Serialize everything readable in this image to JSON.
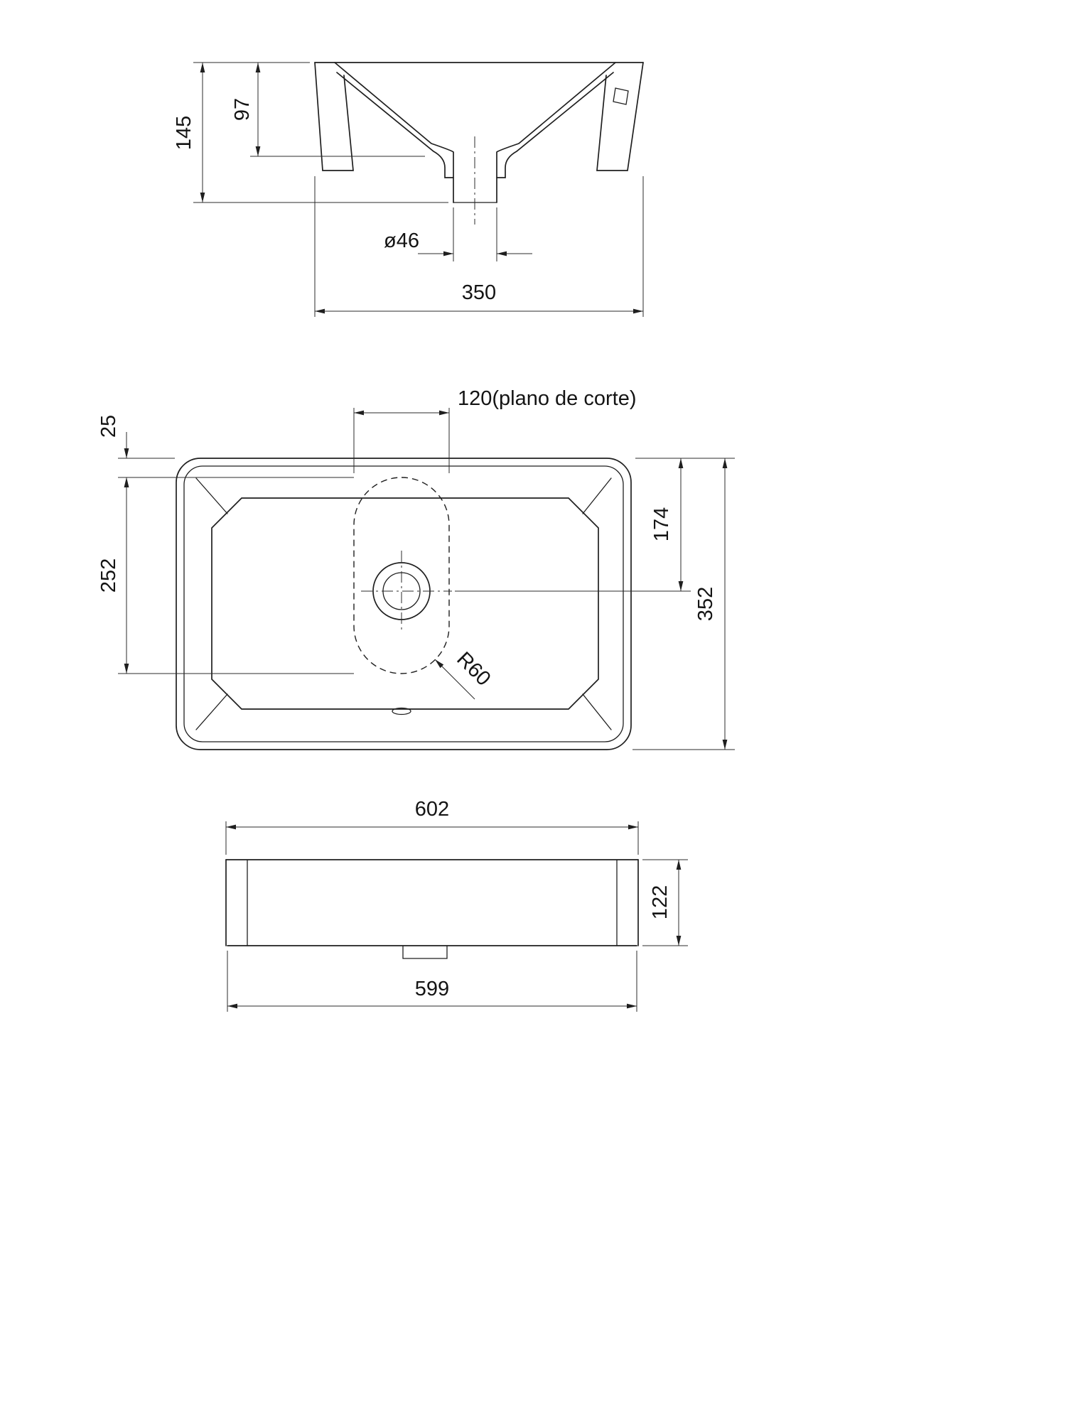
{
  "colors": {
    "ink": "#1a1a1a",
    "background": "#ffffff"
  },
  "drawing": {
    "section": {
      "total_height": "145",
      "bowl_depth": "97",
      "drain_diameter": "ø46",
      "rim_width": "350"
    },
    "plan": {
      "front_offset": "25",
      "cut_length": "252",
      "cut_plane_width": "120(plano de corte)",
      "drain_offset": "174",
      "overall_depth": "352",
      "corner_radius": "R60"
    },
    "front": {
      "overall_width": "602",
      "height": "122",
      "base_width": "599"
    }
  }
}
